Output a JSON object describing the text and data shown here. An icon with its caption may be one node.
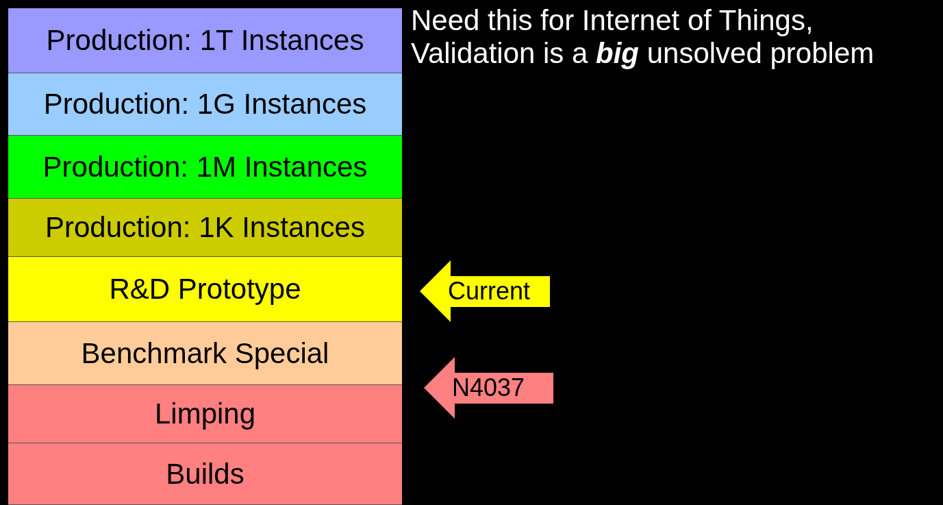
{
  "diagram": {
    "nodes": [
      {
        "text": [
          "Production: 1T Instances"
        ]
      },
      {
        "text": [
          "Production: 1G Instances"
        ]
      },
      {
        "text": [
          "Production: 1M Instances"
        ]
      },
      {
        "text": [
          "Production: 1K Instances"
        ]
      },
      {
        "text": [
          "R&D Prototype"
        ]
      },
      {
        "text": [
          "Benchmark Special"
        ]
      },
      {
        "text": [
          "Limping"
        ]
      },
      {
        "text": [
          "Builds"
        ]
      },
      {
        "text": [
          "Current"
        ]
      },
      {
        "text": [
          "N4037"
        ]
      }
    ],
    "edges": [],
    "labels": [
      "Need this for Internet of Things, Validation is a **big** unsolved problem"
    ]
  }
}
